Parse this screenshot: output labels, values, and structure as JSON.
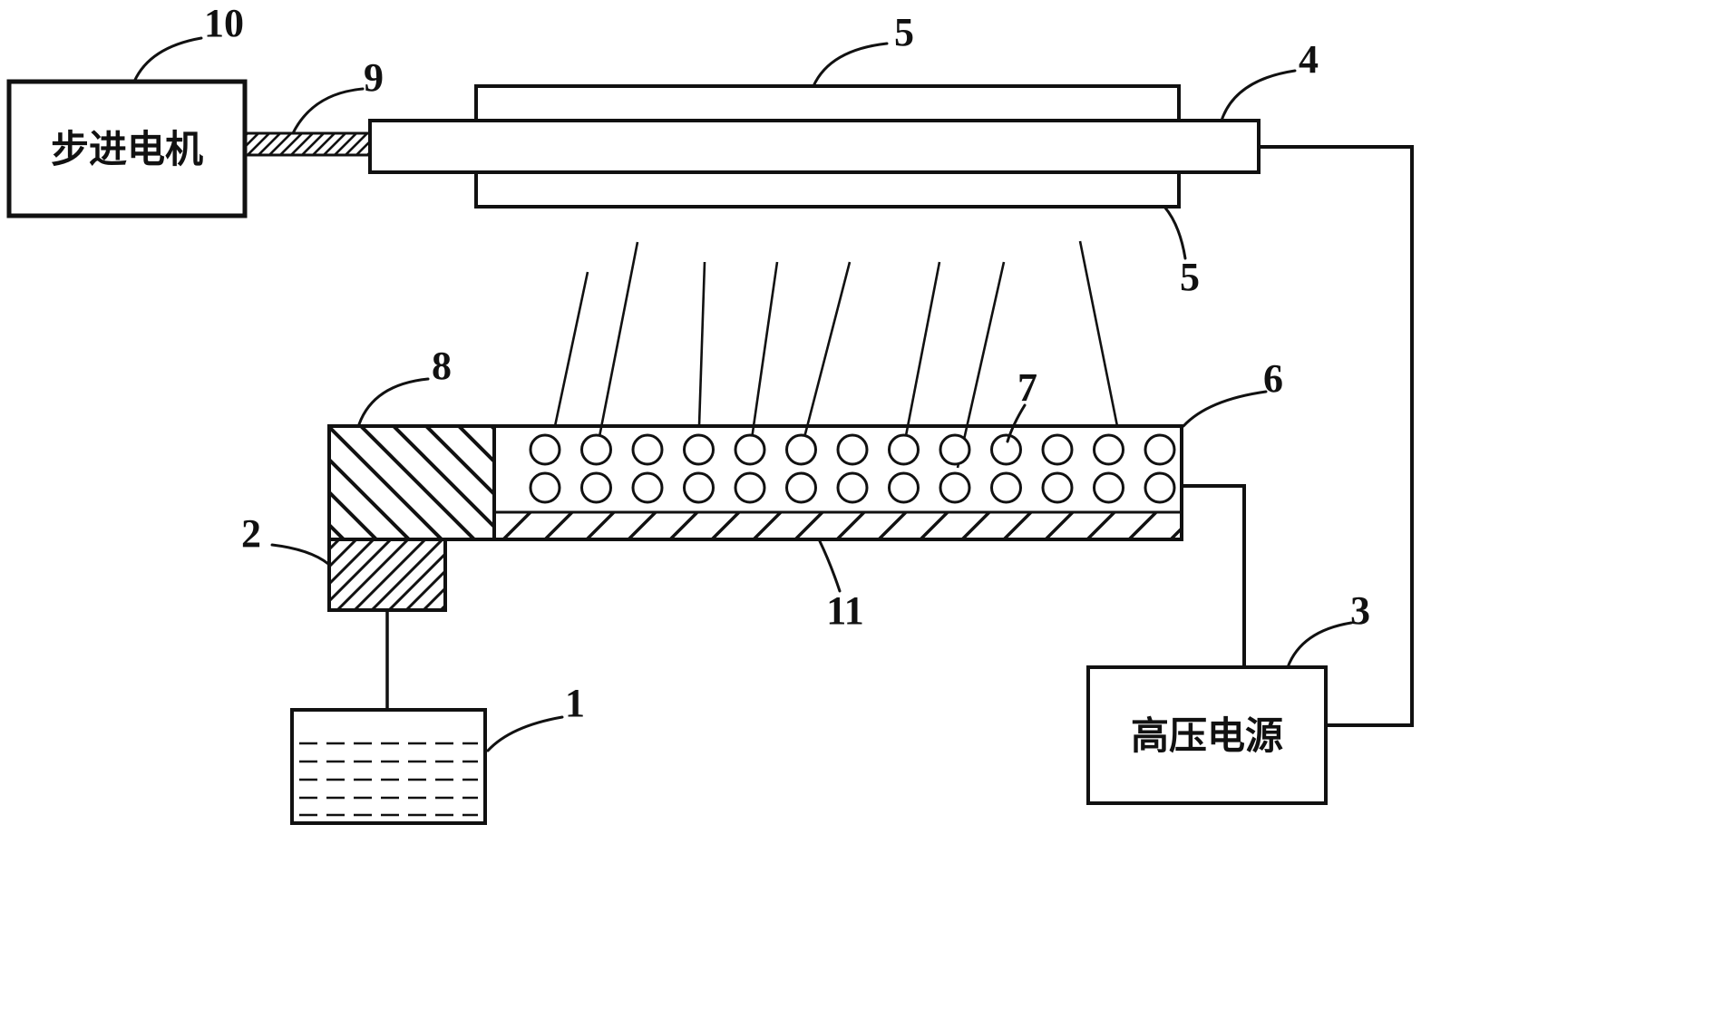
{
  "diagram": {
    "boxes": {
      "stepper_motor_label": "步进电机",
      "hv_power_label": "高压电源"
    },
    "ref_labels": {
      "n1": "1",
      "n2": "2",
      "n3": "3",
      "n4": "4",
      "n5_top": "5",
      "n5_side": "5",
      "n6": "6",
      "n7": "7",
      "n8": "8",
      "n9": "9",
      "n10": "10",
      "n11": "11"
    },
    "colors": {
      "ink": "#111111",
      "background": "#ffffff"
    }
  }
}
